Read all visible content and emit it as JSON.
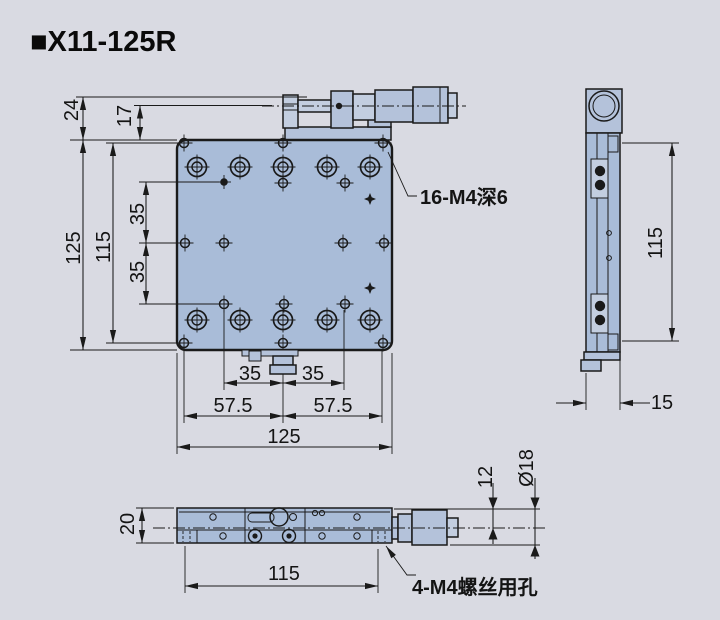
{
  "title": "■X11-125R",
  "colors": {
    "background": "#d9dae2",
    "part_fill": "#a9bcd8",
    "part_fill_light": "#c3cee0",
    "line": "#1a1a1a"
  },
  "labels": {
    "front_holes": "16-M4深6",
    "bottom_holes": "4-M4螺丝用孔"
  },
  "dims": {
    "d24": "24",
    "d17": "17",
    "d125_left": "125",
    "d115_left": "115",
    "d35_left_top": "35",
    "d35_left_bottom": "35",
    "d35_bottom_left": "35",
    "d35_bottom_right": "35",
    "d57_left": "57.5",
    "d57_right": "57.5",
    "d125_bottom": "125",
    "d115_side": "115",
    "d15_side": "15",
    "d20_bottom": "20",
    "d115_bottom": "115",
    "d12_bottom": "12",
    "d18_bottom": "Ø18"
  }
}
